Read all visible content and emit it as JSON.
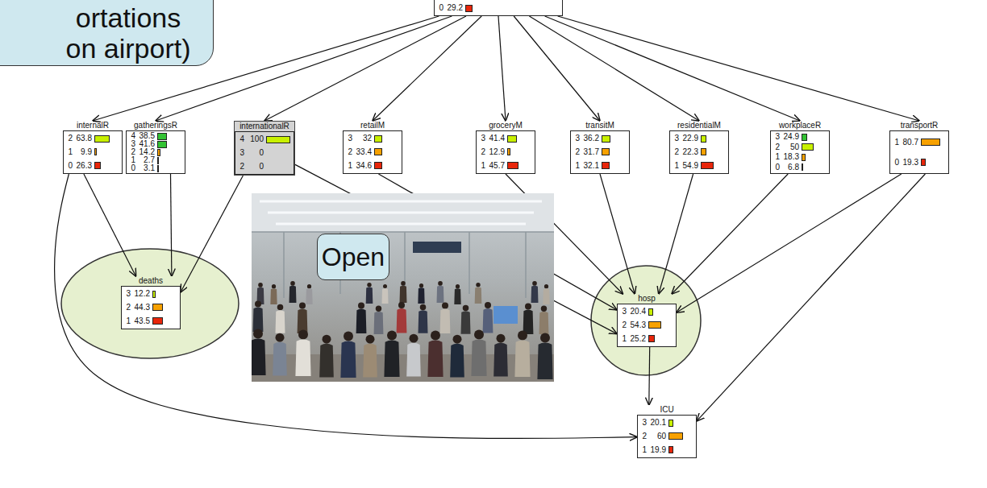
{
  "diagram": {
    "nodes": [
      {
        "text": [
          "ortations on airport)"
        ]
      },
      {
        "text": [
          "0",
          "29.2"
        ]
      },
      {
        "text": [
          "internalR",
          "2",
          "63.8",
          "1",
          "9.9",
          "0",
          "26.3"
        ]
      },
      {
        "text": [
          "gatheringsR",
          "4",
          "38.5",
          "3",
          "41.6",
          "2",
          "14.2",
          "1",
          "2.7",
          "0",
          "3.1"
        ]
      },
      {
        "text": [
          "internationalR",
          "4",
          "100",
          "3",
          "0",
          "2",
          "0"
        ]
      },
      {
        "text": [
          "retailM",
          "3",
          "32",
          "2",
          "33.4",
          "1",
          "34.6"
        ]
      },
      {
        "text": [
          "groceryM",
          "3",
          "41.4",
          "2",
          "12.9",
          "1",
          "45.7"
        ]
      },
      {
        "text": [
          "transitM",
          "3",
          "36.2",
          "2",
          "31.7",
          "1",
          "32.1"
        ]
      },
      {
        "text": [
          "residentialM",
          "3",
          "22.9",
          "2",
          "22.3",
          "1",
          "54.9"
        ]
      },
      {
        "text": [
          "workplaceR",
          "3",
          "24.9",
          "2",
          "50",
          "1",
          "18.3",
          "0",
          "6.8"
        ]
      },
      {
        "text": [
          "transportR",
          "1",
          "80.7",
          "0",
          "19.3"
        ]
      },
      {
        "text": [
          "deaths",
          "3",
          "12.2",
          "2",
          "44.3",
          "1",
          "43.5"
        ]
      },
      {
        "text": [
          "Open"
        ]
      },
      {
        "text": [
          "hosp",
          "3",
          "20.4",
          "2",
          "54.3",
          "1",
          "25.2"
        ]
      },
      {
        "text": [
          "ICU",
          "3",
          "20.1",
          "2",
          "60",
          "1",
          "19.9"
        ]
      }
    ],
    "edges": [
      {
        "from": 1,
        "to": 2,
        "arrow": "to"
      },
      {
        "from": 1,
        "to": 3,
        "arrow": "to"
      },
      {
        "from": 1,
        "to": 4,
        "arrow": "to"
      },
      {
        "from": 1,
        "to": 5,
        "arrow": "to"
      },
      {
        "from": 1,
        "to": 6,
        "arrow": "to"
      },
      {
        "from": 1,
        "to": 7,
        "arrow": "to"
      },
      {
        "from": 1,
        "to": 8,
        "arrow": "to"
      },
      {
        "from": 1,
        "to": 9,
        "arrow": "to"
      },
      {
        "from": 1,
        "to": 10,
        "arrow": "to"
      },
      {
        "from": 2,
        "to": 11,
        "arrow": "to"
      },
      {
        "from": 3,
        "to": 11,
        "arrow": "to"
      },
      {
        "from": 4,
        "to": 11,
        "arrow": "to"
      },
      {
        "from": 2,
        "to": 14,
        "arrow": "to"
      },
      {
        "from": 4,
        "to": 13,
        "arrow": "to"
      },
      {
        "from": 5,
        "to": 13,
        "arrow": "to"
      },
      {
        "from": 6,
        "to": 13,
        "arrow": "to"
      },
      {
        "from": 7,
        "to": 13,
        "arrow": "to"
      },
      {
        "from": 8,
        "to": 13,
        "arrow": "to"
      },
      {
        "from": 9,
        "to": 13,
        "arrow": "to"
      },
      {
        "from": 10,
        "to": 13,
        "arrow": "to"
      },
      {
        "from": 10,
        "to": 14,
        "arrow": "to"
      },
      {
        "from": 13,
        "to": 14,
        "arrow": "to"
      }
    ]
  }
}
